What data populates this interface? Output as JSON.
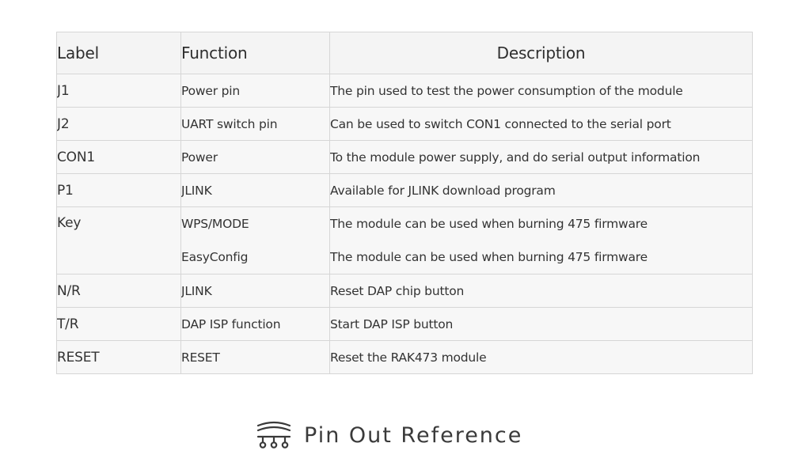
{
  "table": {
    "headers": {
      "label": "Label",
      "function": "Function",
      "description": "Description"
    },
    "rows": [
      {
        "label": "J1",
        "function": "Power pin",
        "description": "The pin used to test the power consumption of the module"
      },
      {
        "label": "J2",
        "function": "UART switch pin",
        "description": "Can be used to switch CON1 connected to the serial port"
      },
      {
        "label": "CON1",
        "function": "Power",
        "description": "To the module power supply, and do serial output information"
      },
      {
        "label": "P1",
        "function": "JLINK",
        "description": "Available for JLINK download program"
      },
      {
        "label": "Key",
        "functions": [
          "WPS/MODE",
          "EasyConfig"
        ],
        "descriptions": [
          "The module can be used when burning 475 firmware",
          "The module can be used when burning 475 firmware"
        ]
      },
      {
        "label": "N/R",
        "function": "JLINK",
        "description": "Reset DAP chip button"
      },
      {
        "label": "T/R",
        "function": "DAP ISP function",
        "description": "Start DAP ISP button"
      },
      {
        "label": "RESET",
        "function": "RESET",
        "description": "Reset the RAK473 module"
      }
    ]
  },
  "footer": {
    "title": "Pin Out Reference",
    "icon": "pin-out-icon"
  }
}
